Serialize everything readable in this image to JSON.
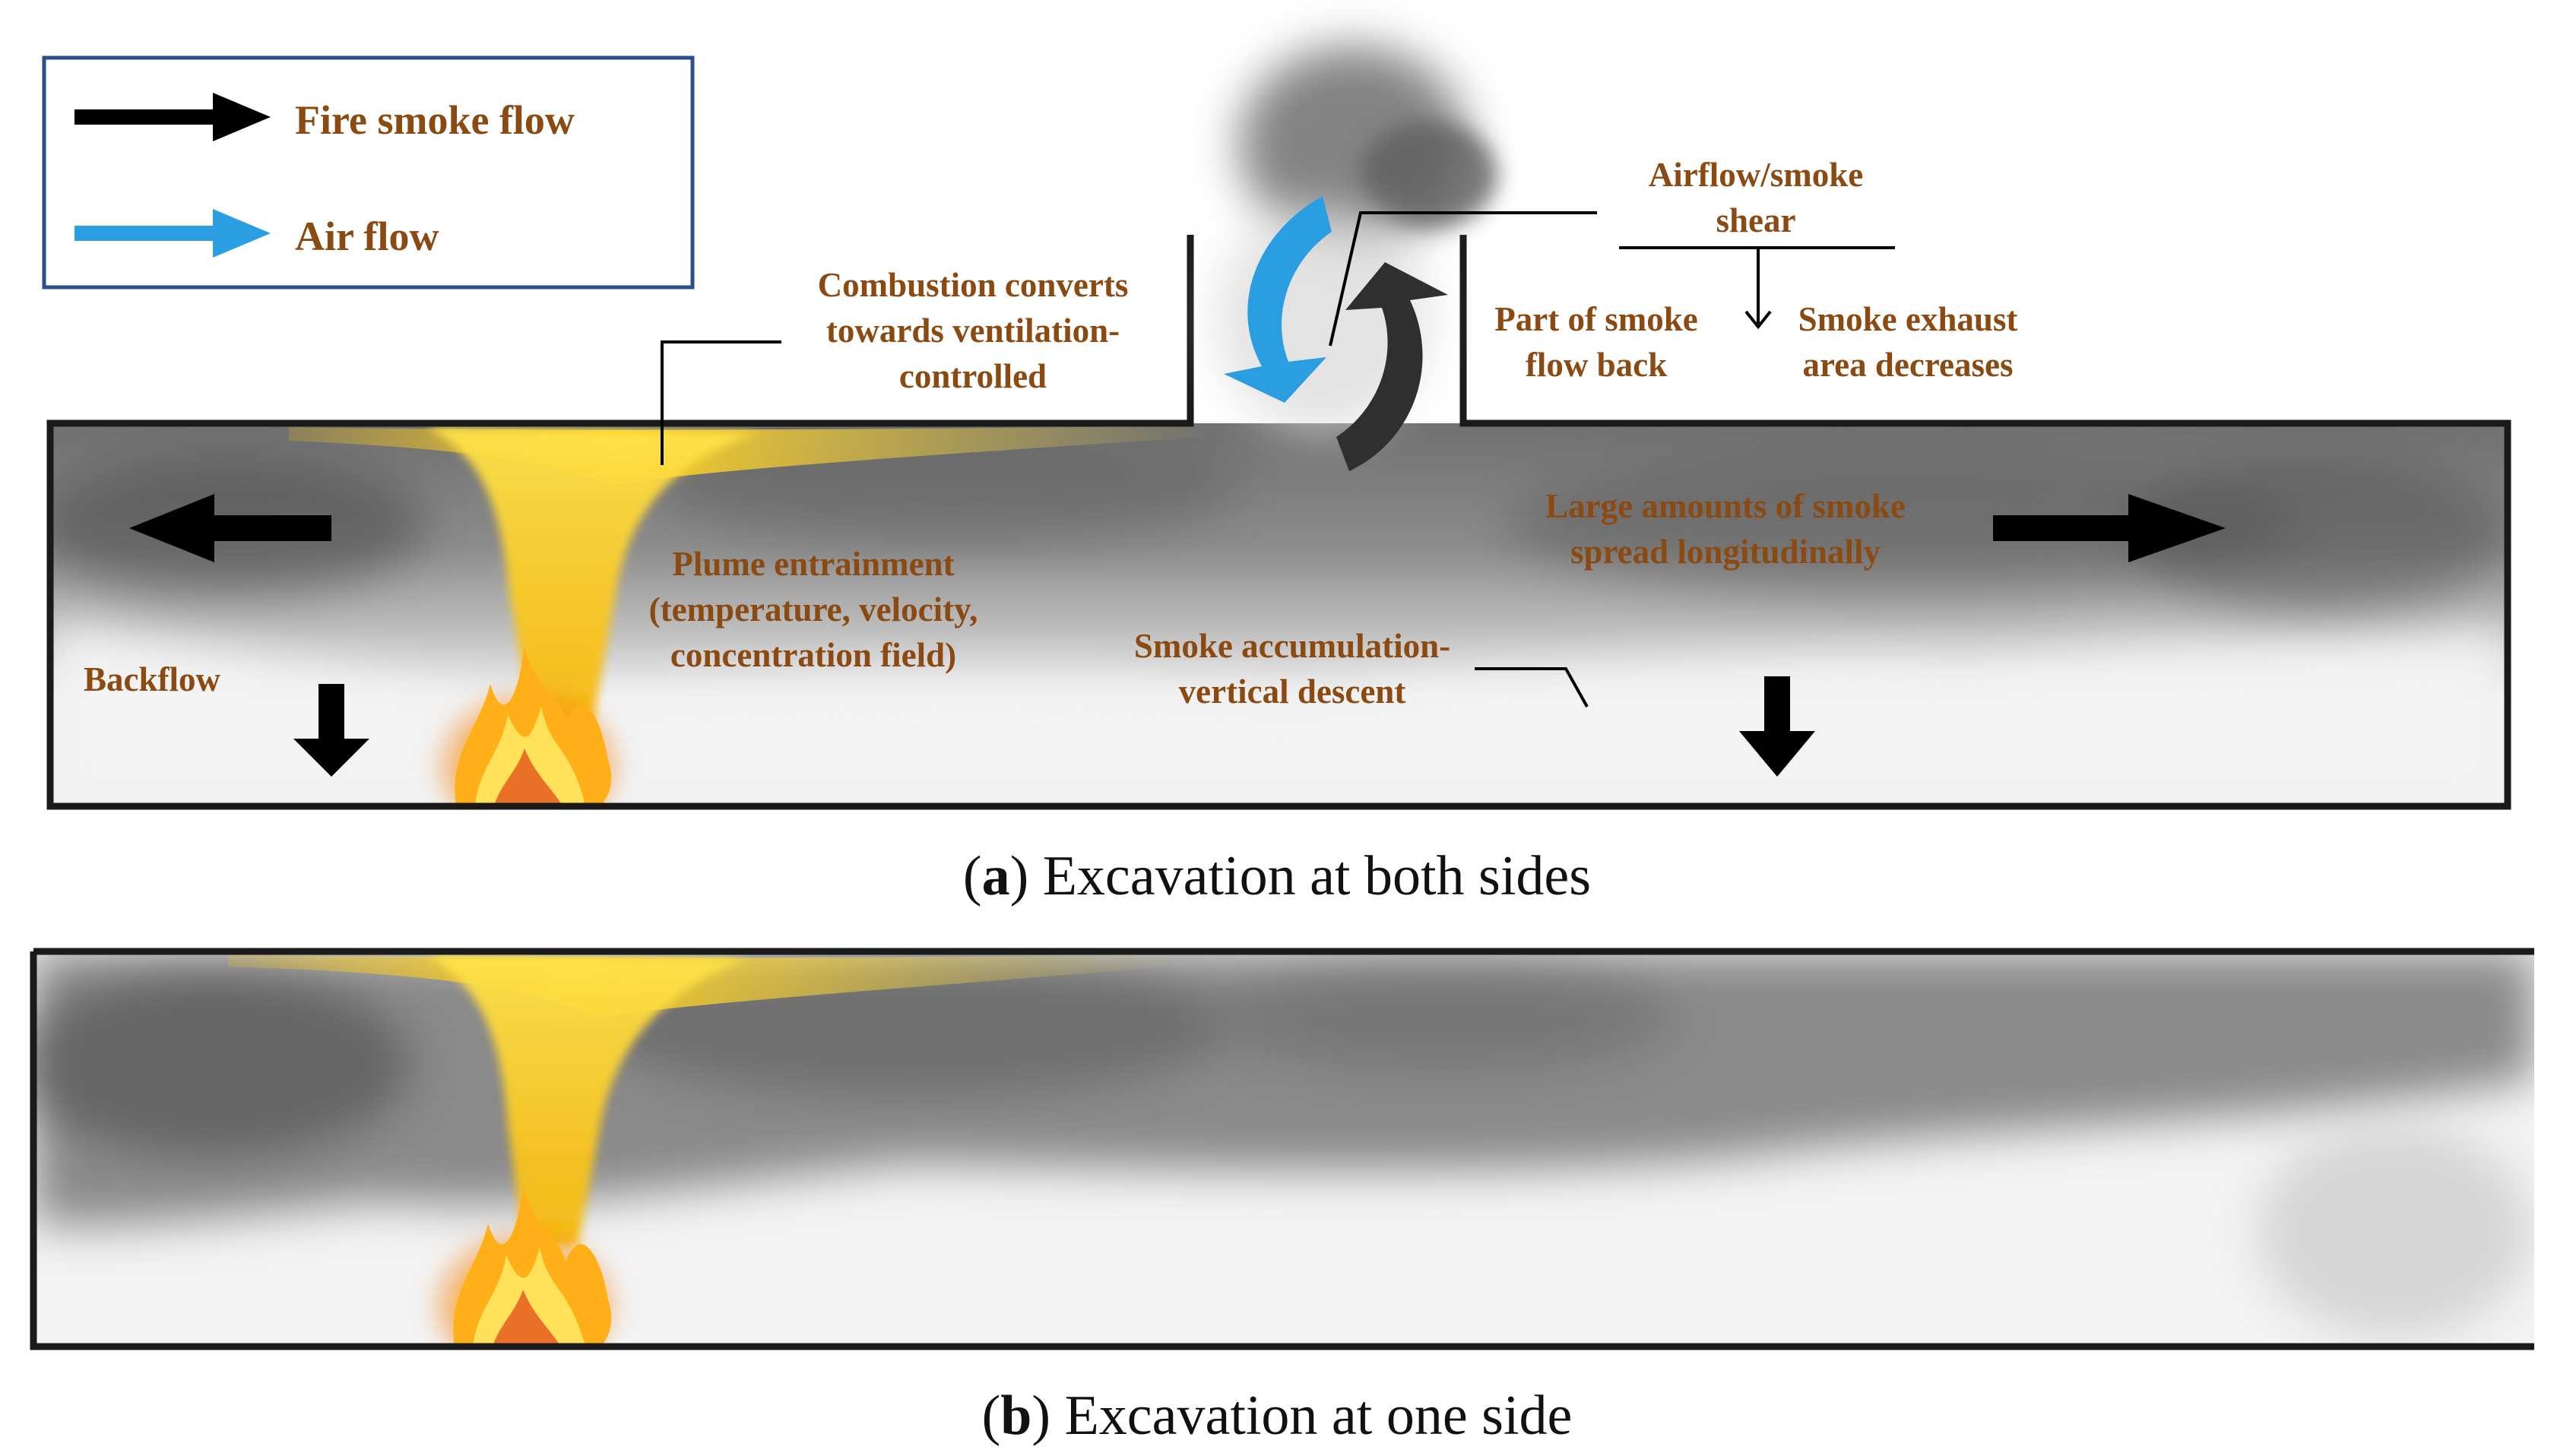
{
  "legend": {
    "fire_smoke_flow": "Fire smoke flow",
    "air_flow": "Air flow"
  },
  "panel_a": {
    "labels": {
      "combustion_line1": "Combustion converts",
      "combustion_line2": "towards ventilation-",
      "combustion_line3": "controlled",
      "shear_line1": "Airflow/smoke",
      "shear_line2": "shear",
      "flowback_line1": "Part of  smoke",
      "flowback_line2": "flow back",
      "exhaust_line1": "Smoke exhaust",
      "exhaust_line2": "area decreases",
      "plume_line1": "Plume entrainment",
      "plume_line2": "(temperature, velocity,",
      "plume_line3": "concentration field)",
      "spread_line1": "Large amounts of smoke",
      "spread_line2": "spread longitudinally",
      "accum_line1": "Smoke accumulation-",
      "accum_line2": "vertical descent",
      "backflow": "Backflow"
    },
    "caption": {
      "letter": "a",
      "text": "Excavation at both sides"
    }
  },
  "panel_b": {
    "caption": {
      "letter": "b",
      "text": "Excavation at one side"
    }
  },
  "colors": {
    "label_text": "#8b4a12",
    "fire_smoke_arrow": "#000000",
    "air_arrow": "#2a9ee0",
    "legend_border": "#2c4f8c",
    "flame_yellow": "#ffd21f",
    "flame_orange": "#f07a10"
  }
}
